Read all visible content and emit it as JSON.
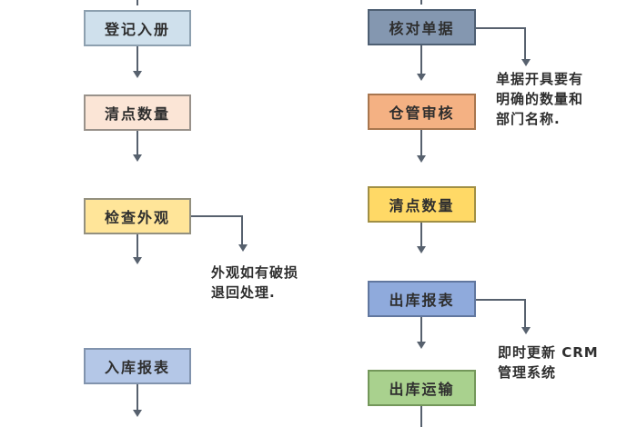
{
  "flowchart": {
    "arrow_color": "#57616e",
    "text_color": "#2e2e2e",
    "left": {
      "nodes": [
        {
          "label": "登记入册",
          "fill": "#cfe0ec",
          "border": "#8da0af"
        },
        {
          "label": "清点数量",
          "fill": "#fbe5d6",
          "border": "#99928b"
        },
        {
          "label": "检查外观",
          "fill": "#ffe599",
          "border": "#93907f"
        },
        {
          "label": "入库报表",
          "fill": "#b4c7e7",
          "border": "#8193ad"
        }
      ],
      "note_inspect": {
        "line1": "外观如有破损",
        "line2": "退回处理."
      }
    },
    "right": {
      "nodes": [
        {
          "label": "核对单据",
          "fill": "#8497b0",
          "border": "#4e5f73"
        },
        {
          "label": "仓管审核",
          "fill": "#f4b183",
          "border": "#a8764f"
        },
        {
          "label": "清点数量",
          "fill": "#ffd966",
          "border": "#a08f45"
        },
        {
          "label": "出库报表",
          "fill": "#8faadc",
          "border": "#61779f"
        },
        {
          "label": "出库运输",
          "fill": "#a9d18e",
          "border": "#73975a"
        }
      ],
      "note_documents": {
        "line1": "单据开具要有",
        "line2": "明确的数量和",
        "line3": "部门名称."
      },
      "note_crm": {
        "line1": "即时更新 CRM",
        "line2": "管理系统"
      }
    }
  }
}
